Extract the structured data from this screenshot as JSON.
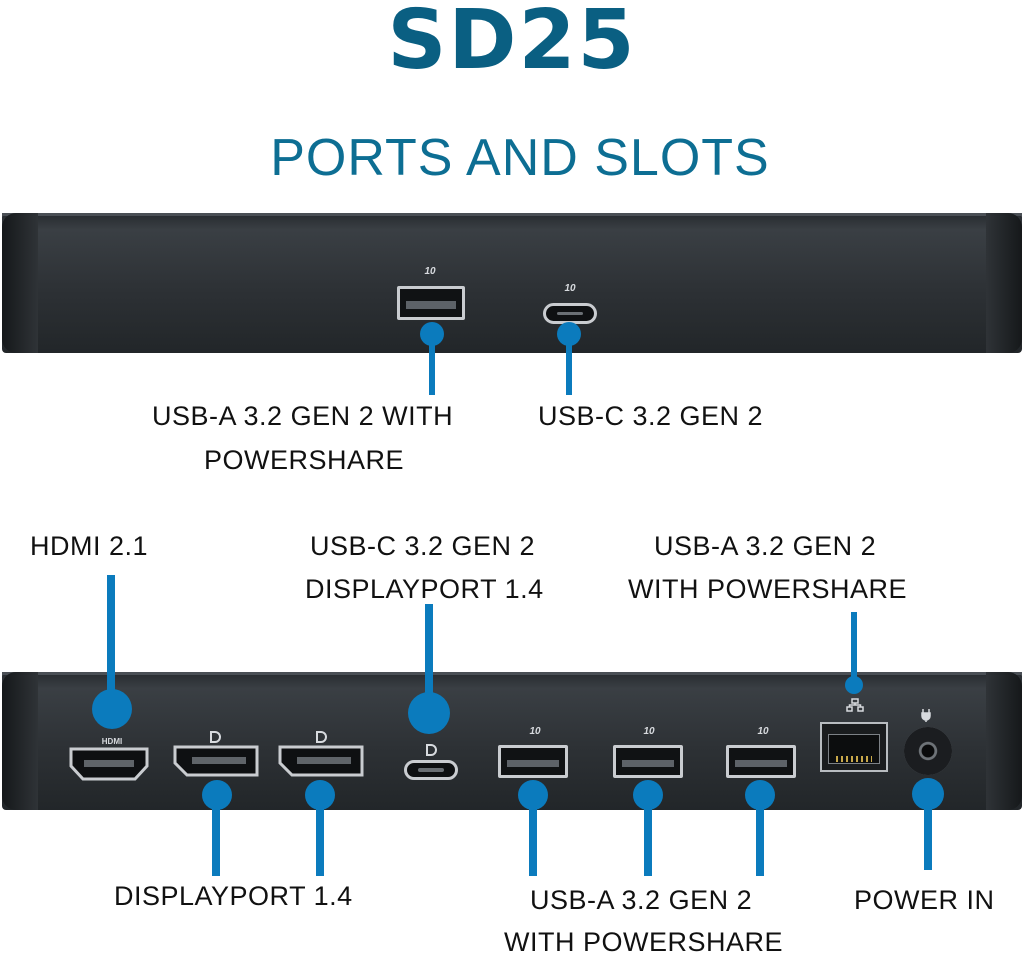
{
  "header": {
    "title": "SD25",
    "subtitle": "PORTS AND SLOTS"
  },
  "colors": {
    "title": "#0a5f82",
    "subtitle": "#0d6e93",
    "callout": "#0b7bbd",
    "dock_body": "#2d3135"
  },
  "front_panel": {
    "port_icon_label": "10",
    "labels": {
      "usb_a_line1": "USB-A 3.2 GEN 2 WITH",
      "usb_a_line2": "POWERSHARE",
      "usb_c": "USB-C 3.2 GEN 2"
    }
  },
  "rear_panel": {
    "hdmi_marking": "HDMI",
    "usb_marking": "10",
    "labels": {
      "hdmi": "HDMI 2.1",
      "usb_c_dp_line1": "USB-C 3.2 GEN 2",
      "usb_c_dp_line2": "DISPLAYPORT 1.4",
      "usb_a_top_line1": "USB-A 3.2 GEN 2",
      "usb_a_top_line2": "WITH POWERSHARE",
      "displayport": "DISPLAYPORT 1.4",
      "usb_a_bottom_line1": "USB-A 3.2 GEN 2",
      "usb_a_bottom_line2": "WITH POWERSHARE",
      "power_in": "POWER IN"
    }
  }
}
